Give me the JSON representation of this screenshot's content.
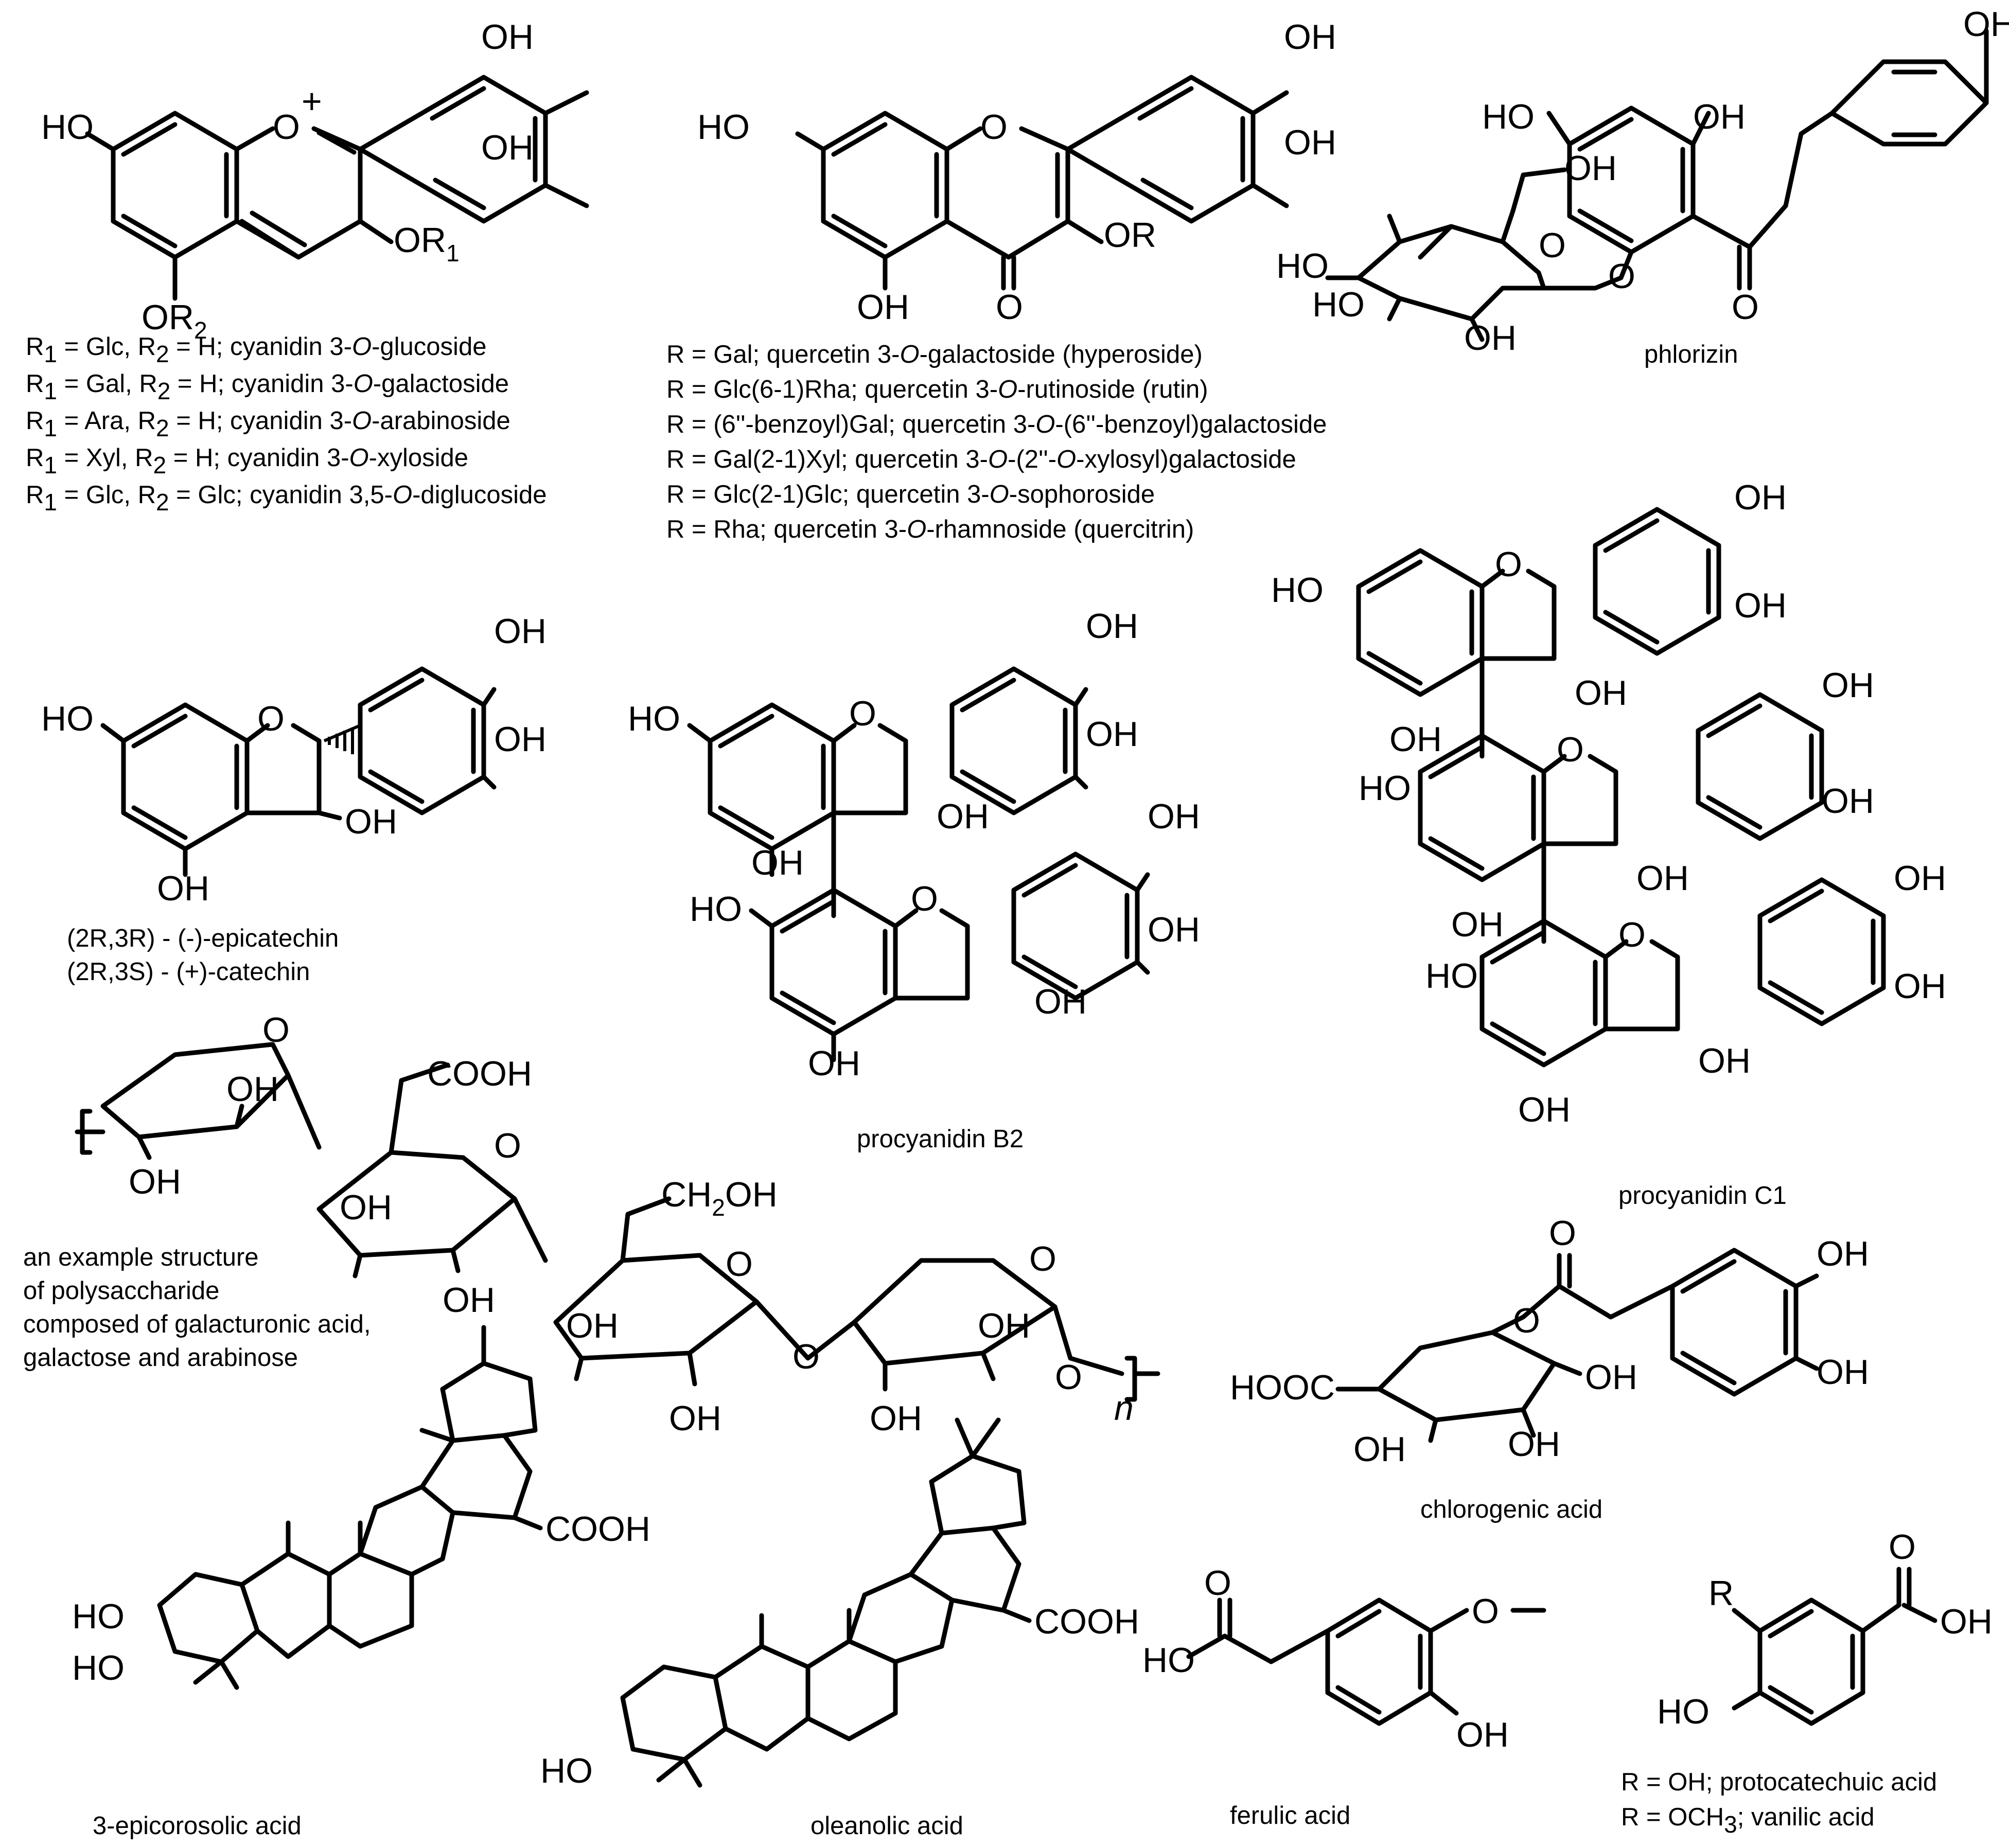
{
  "cyanidin": {
    "atoms": {
      "oh_4p": "OH",
      "oh_3p": "OH",
      "ho_7": "HO",
      "o_ring": "O",
      "o_plus": "+",
      "or1": "OR",
      "or1_sub": "1",
      "or2": "OR",
      "or2_sub": "2"
    },
    "caption_rows": [
      {
        "r1": "Glc",
        "r2": "H",
        "prefix": "cyanidin 3-",
        "o": "O",
        "suffix": "-glucoside"
      },
      {
        "r1": "Gal",
        "r2": "H",
        "prefix": "cyanidin 3-",
        "o": "O",
        "suffix": "-galactoside"
      },
      {
        "r1": "Ara",
        "r2": "H",
        "prefix": "cyanidin 3-",
        "o": "O",
        "suffix": "-arabinoside"
      },
      {
        "r1": "Xyl",
        "r2": "H",
        "prefix": "cyanidin 3-",
        "o": "O",
        "suffix": "-xyloside"
      },
      {
        "r1": "Glc",
        "r2": "Glc",
        "prefix": "cyanidin 3,5-",
        "o": "O",
        "suffix": "-diglucoside"
      }
    ]
  },
  "quercetin": {
    "atoms": {
      "oh_4p": "OH",
      "oh_3p": "OH",
      "ho_7": "HO",
      "o_ring": "O",
      "or": "OR",
      "oh_5": "OH",
      "o_keto": "O"
    },
    "caption_rows": [
      {
        "r": "Gal",
        "prefix": "quercetin 3-",
        "o": "O",
        "suffix": "-galactoside (hyperoside)"
      },
      {
        "r": "Glc(6-1)Rha",
        "prefix": "quercetin 3-",
        "o": "O",
        "suffix": "-rutinoside (rutin)"
      },
      {
        "r": "(6''-benzoyl)Gal",
        "prefix": "quercetin 3-",
        "o": "O",
        "suffix": "-(6''-benzoyl)galactoside"
      },
      {
        "r": "Gal(2-1)Xyl",
        "prefix": "quercetin 3-",
        "o": "O",
        "suffix": "-(2''-",
        "o2": "O",
        "suffix2": "-xylosyl)galactoside"
      },
      {
        "r": "Glc(2-1)Glc",
        "prefix": "quercetin 3-",
        "o": "O",
        "suffix": "-sophoroside"
      },
      {
        "r": "Rha",
        "prefix": "quercetin 3-",
        "o": "O",
        "suffix": "-rhamnoside (quercitrin)"
      }
    ]
  },
  "phlorizin": {
    "name": "phlorizin",
    "atoms": {
      "oh_top": "OH",
      "ho": "HO",
      "oh": "OH",
      "oh_ch2": "OH",
      "ho_sugar": "HO",
      "ho_sugar2": "HO",
      "oh_sugar_b": "OH",
      "o_ring": "O",
      "o_link": "O",
      "o_keto": "O"
    }
  },
  "catechin": {
    "atoms": {
      "oh_4p": "OH",
      "oh_3p": "OH",
      "ho_7": "HO",
      "o_ring": "O",
      "oh_3": "OH",
      "oh_5": "OH"
    },
    "caption": [
      "(2R,3R) - (-)-epicatechin",
      "(2R,3S) - (+)-catechin"
    ]
  },
  "procyanidin_b2": {
    "name": "procyanidin B2"
  },
  "procyanidin_c1": {
    "name": "procyanidin C1"
  },
  "polysaccharide": {
    "caption": [
      "an example structure",
      "of polysaccharide",
      "composed of galacturonic acid,",
      "galactose and arabinose"
    ],
    "cooh": "COOH",
    "ch2oh": "CH",
    "ch2oh_sub": "2",
    "ch2oh_tail": "OH",
    "repeat": "n"
  },
  "chlorogenic_acid": {
    "name": "chlorogenic acid",
    "atoms": {
      "hooc": "HOOC",
      "o": "O",
      "oh": "OH"
    }
  },
  "epicorosolic_acid": {
    "name": "3-epicorosolic acid",
    "atoms": {
      "cooh": "COOH",
      "ho": "HO"
    }
  },
  "oleanolic_acid": {
    "name": "oleanolic acid",
    "atoms": {
      "cooh": "COOH",
      "ho": "HO"
    }
  },
  "ferulic_acid": {
    "name": "ferulic acid",
    "atoms": {
      "ho": "HO",
      "o": "O",
      "oh": "OH"
    }
  },
  "benzoic_acids": {
    "atoms": {
      "r": "R",
      "oh": "OH",
      "ho": "HO",
      "o": "O"
    },
    "caption_rows": [
      {
        "r": "OH",
        "name": "protocatechuic acid"
      },
      {
        "r": "OCH",
        "sub": "3",
        "name": "vanilic acid"
      }
    ]
  },
  "common": {
    "eq": " = ",
    "sep": "; ",
    "r": "R",
    "r_sub1": "1",
    "r_sub2": "2",
    "comma": ", "
  }
}
